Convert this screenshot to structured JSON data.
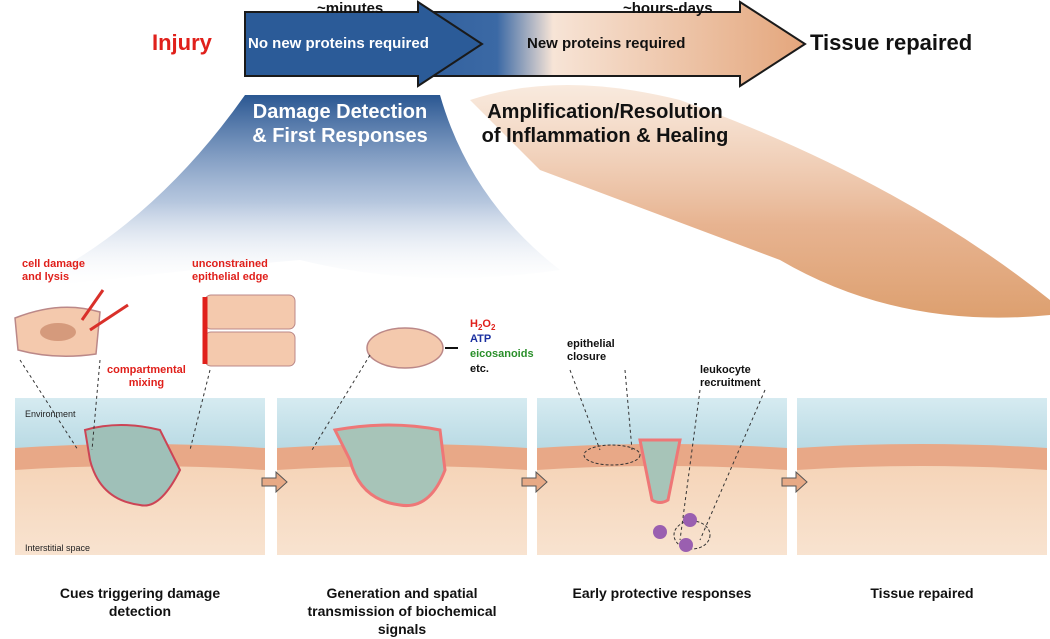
{
  "timeline": {
    "start_label": "Injury",
    "end_label": "Tissue repaired",
    "early_time": "~minutes",
    "late_time": "~hours-days",
    "early_phase": "No new proteins required",
    "late_phase": "New proteins required"
  },
  "phases": {
    "early": [
      "Damage Detection",
      "& First Responses"
    ],
    "late": [
      "Amplification/Resolution",
      "of Inflammation & Healing"
    ]
  },
  "labels": {
    "cell_damage": [
      "cell damage",
      "and lysis"
    ],
    "epithelial_edge": [
      "unconstrained",
      "epithelial edge"
    ],
    "compartmental_mixing": [
      "compartmental",
      "mixing"
    ],
    "h2o2": "H2O2",
    "atp": "ATP",
    "eicosanoids": "eicosanoids",
    "etc": "etc.",
    "epithelial_closure": [
      "epithelial",
      "closure"
    ],
    "leukocyte_recruitment": [
      "leukocyte",
      "recruitment"
    ],
    "environment": "Environment",
    "interstitial": "Interstitial space"
  },
  "captions": [
    [
      "Cues triggering damage",
      "detection"
    ],
    [
      "Generation and spatial",
      "transmission of biochemical",
      "signals"
    ],
    [
      "Early protective responses"
    ],
    [
      "Tissue repaired"
    ]
  ],
  "colors": {
    "injury_red": "#e0201b",
    "early_blue": "#1f4e8c",
    "late_tan": "#e0a37a",
    "water": "#c8e2ea",
    "tissue": "#f1d0b2",
    "cell_red": "#e78a7f",
    "leukocyte": "#9a5fb0"
  }
}
